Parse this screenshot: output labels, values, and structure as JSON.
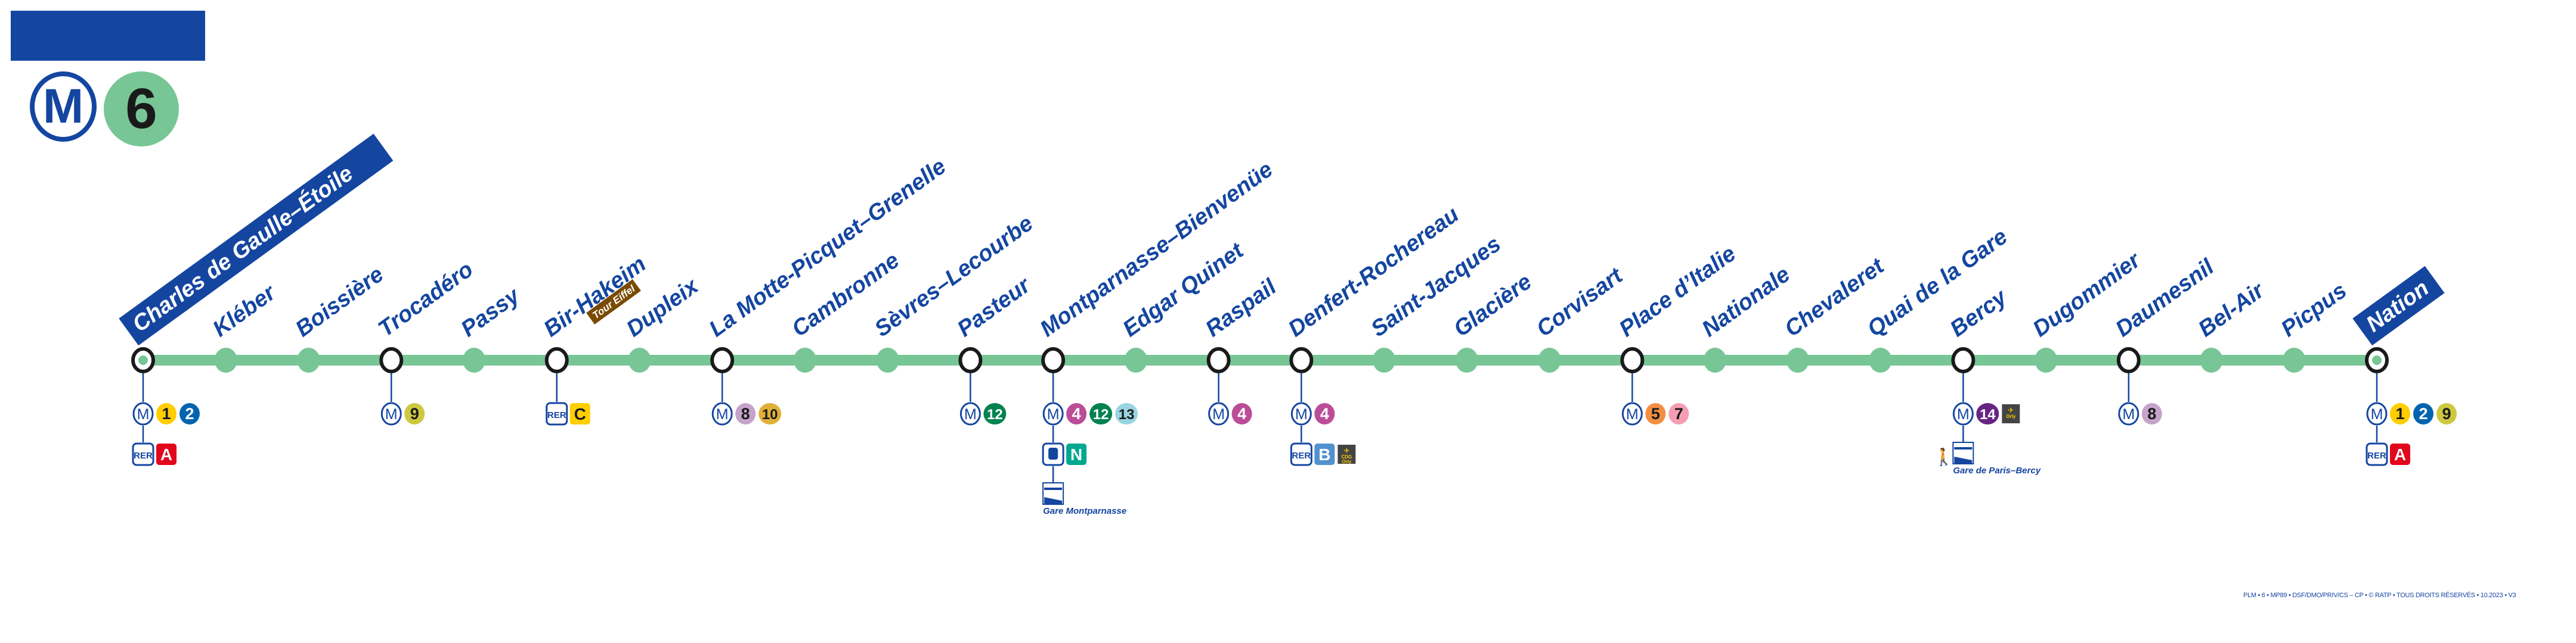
{
  "header": {
    "network_symbol": "M",
    "line_number": "6",
    "line_color": "#78C696",
    "brand_color": "#1446A0"
  },
  "line_colors": {
    "M1": "#FFCD00",
    "M2": "#0064B0",
    "M4": "#BB4D98",
    "M5": "#F28E42",
    "M7": "#F59EB3",
    "M8": "#C5A3CA",
    "M9": "#CDC83F",
    "M10": "#DFB039",
    "M12": "#00814F",
    "M13": "#98D4E2",
    "M14": "#662483",
    "RER_A": "#E3051C",
    "RER_B": "#5291CE",
    "RER_C": "#FFCE00",
    "TRAIN_N": "#00A88F"
  },
  "stations": [
    {
      "name": "Charles de Gaulle–Étoile",
      "terminus": true,
      "interchange": true,
      "metro": [
        "1",
        "2"
      ],
      "rer": [
        "A"
      ]
    },
    {
      "name": "Kléber"
    },
    {
      "name": "Boissière"
    },
    {
      "name": "Trocadéro",
      "interchange": true,
      "metro": [
        "9"
      ]
    },
    {
      "name": "Passy"
    },
    {
      "name": "Bir-Hakeim",
      "interchange": true,
      "rer": [
        "C"
      ],
      "tag": "Tour Eiffel"
    },
    {
      "name": "Dupleix"
    },
    {
      "name": "La Motte-Picquet–Grenelle",
      "interchange": true,
      "metro": [
        "8",
        "10"
      ]
    },
    {
      "name": "Cambronne"
    },
    {
      "name": "Sèvres–Lecourbe"
    },
    {
      "name": "Pasteur",
      "interchange": true,
      "metro": [
        "12"
      ]
    },
    {
      "name": "Montparnasse–Bienvenüe",
      "interchange": true,
      "metro": [
        "4",
        "12",
        "13"
      ],
      "train": [
        "N"
      ],
      "station_label": "Gare Montparnasse"
    },
    {
      "name": "Edgar Quinet"
    },
    {
      "name": "Raspail",
      "interchange": true,
      "metro": [
        "4"
      ]
    },
    {
      "name": "Denfert-Rochereau",
      "interchange": true,
      "metro": [
        "4"
      ],
      "rer": [
        "B"
      ],
      "airport": [
        "CDG",
        "Orly"
      ]
    },
    {
      "name": "Saint-Jacques"
    },
    {
      "name": "Glacière"
    },
    {
      "name": "Corvisart"
    },
    {
      "name": "Place d’Italie",
      "interchange": true,
      "metro": [
        "5",
        "7"
      ]
    },
    {
      "name": "Nationale"
    },
    {
      "name": "Chevaleret"
    },
    {
      "name": "Quai de la Gare"
    },
    {
      "name": "Bercy",
      "interchange": true,
      "metro": [
        "14"
      ],
      "metro_airport": [
        "Orly"
      ],
      "station_label": "Gare de Paris–Bercy"
    },
    {
      "name": "Dugommier"
    },
    {
      "name": "Daumesnil",
      "interchange": true,
      "metro": [
        "8"
      ]
    },
    {
      "name": "Bel-Air"
    },
    {
      "name": "Picpus"
    },
    {
      "name": "Nation",
      "terminus": true,
      "interchange": true,
      "metro": [
        "1",
        "2",
        "9"
      ],
      "rer": [
        "A"
      ]
    }
  ],
  "labels": {
    "rer": "RER",
    "metro": "M"
  },
  "footer": "PLM • 6 • MP89 • DSF/DMO/PRIV/CS – CP • © RATP • TOUS DROITS RÉSERVÉS • 10.2023 • V3"
}
